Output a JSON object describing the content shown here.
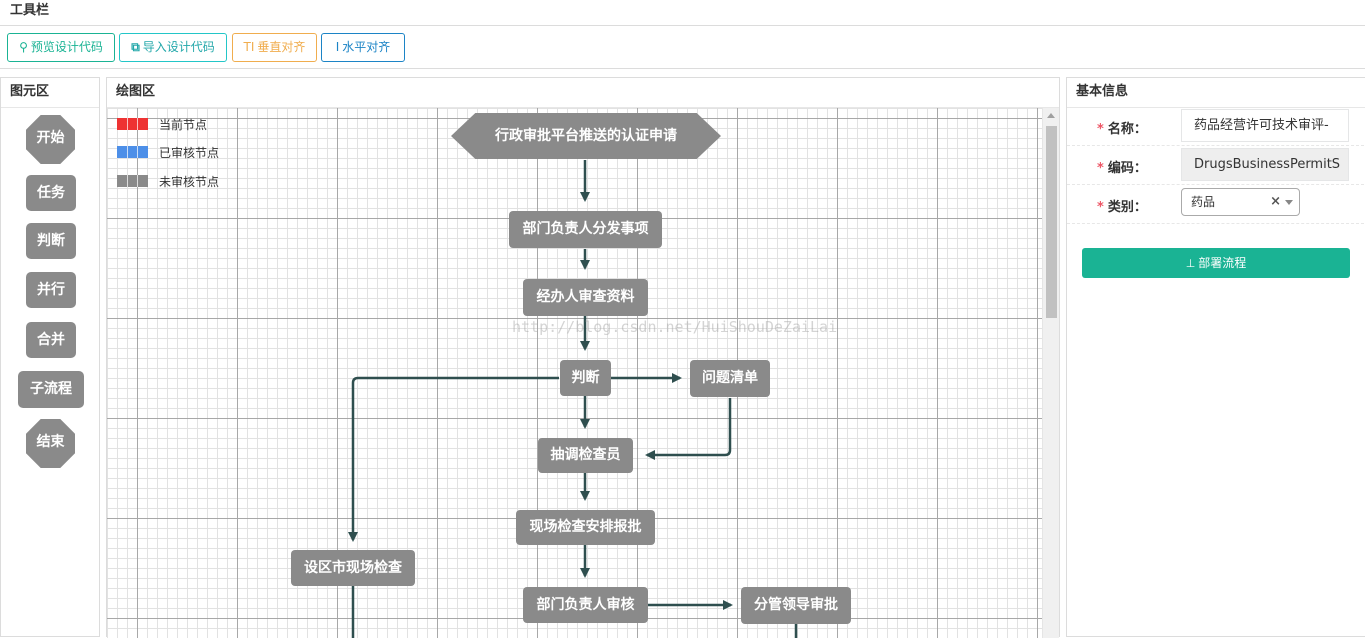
{
  "page": {
    "title": "工具栏"
  },
  "toolbar": {
    "buttons": [
      {
        "label": "预览设计代码",
        "icon": "search-icon",
        "glyph": "🔍︎"
      },
      {
        "label": "导入设计代码",
        "icon": "copy-icon",
        "glyph": "⧉"
      },
      {
        "label": "垂直对齐",
        "icon": "text-height-icon",
        "glyph": "TI"
      },
      {
        "label": "水平对齐",
        "icon": "text-width-icon",
        "glyph": "I"
      }
    ]
  },
  "palette": {
    "title": "图元区",
    "items": [
      "开始",
      "任务",
      "判断",
      "并行",
      "合并",
      "子流程",
      "结束"
    ]
  },
  "canvas": {
    "title": "绘图区",
    "watermark": "http://blog.csdn.net/HuiShouDeZaiLai",
    "legend": [
      {
        "label": "当前节点",
        "color": "#ee3333"
      },
      {
        "label": "已审核节点",
        "color": "#4d8fe8"
      },
      {
        "label": "未审核节点",
        "color": "#8a8a8a"
      }
    ],
    "nodes": {
      "start": "行政审批平台推送的认证申请",
      "dispatch": "部门负责人分发事项",
      "review": "经办人审查资料",
      "decision": "判断",
      "issues": "问题清单",
      "inspector": "抽调检查员",
      "onsite_plan": "现场检查安排报批",
      "city_onsite": "设区市现场检查",
      "dept_review": "部门负责人审核",
      "leader_approve": "分管领导审批"
    }
  },
  "info": {
    "title": "基本信息",
    "fields": {
      "name_label": "名称：",
      "name_value": "药品经营许可技术审评-",
      "code_label": "编码：",
      "code_value": "DrugsBusinessPermitS",
      "category_label": "类别：",
      "category_value": "药品"
    },
    "deploy_label": "部署流程"
  },
  "colors": {
    "accent": "#1ab394",
    "node_gray": "#8a8a8a",
    "connector": "#2f4f4f"
  }
}
